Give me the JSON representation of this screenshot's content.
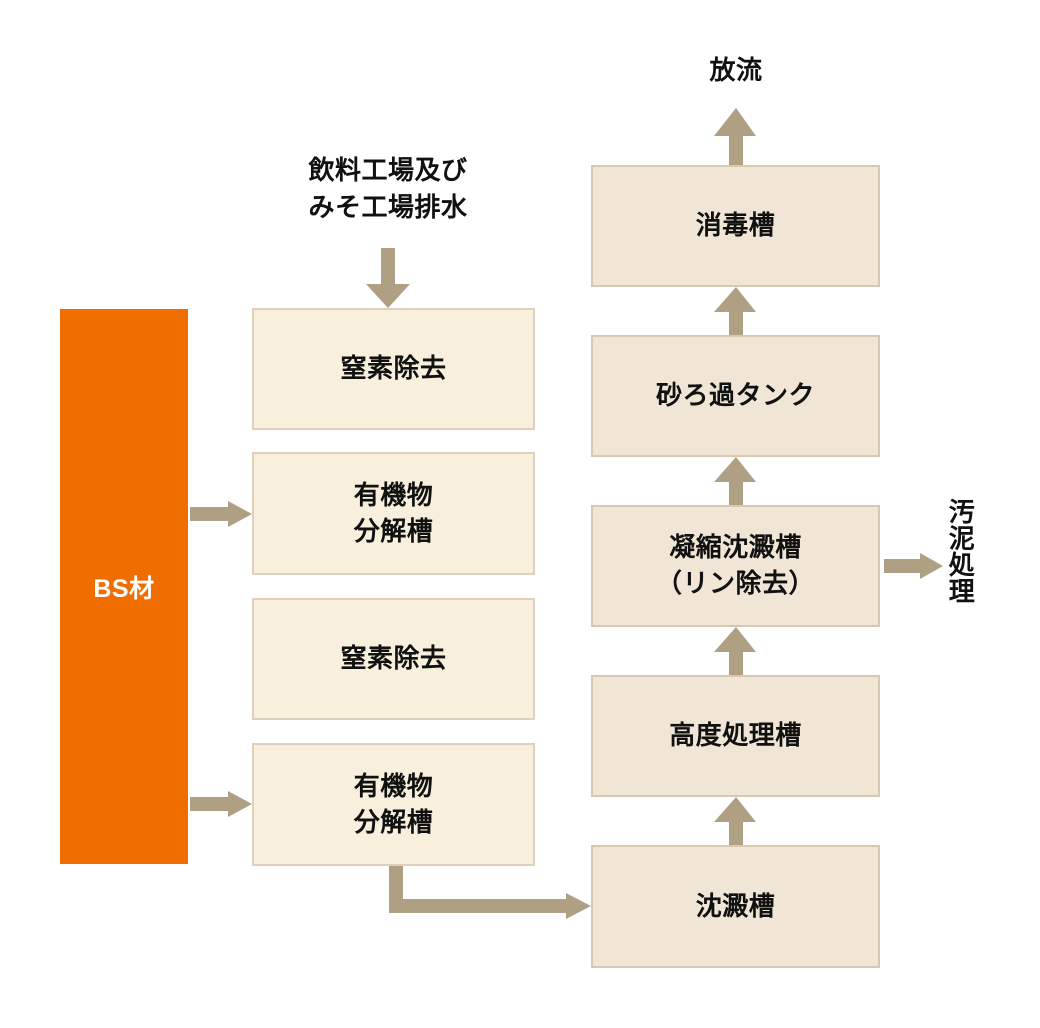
{
  "diagram": {
    "title_visible": false,
    "colors": {
      "source_bar": "#F06E00",
      "box_fill_left": "#F8F0DC",
      "box_border_left": "#DED0BA",
      "box_fill_right": "#F1E6D5",
      "box_border_right": "#D8C8B0",
      "arrow": "#B0A083",
      "text": "#111111",
      "source_text": "#FFFFFF",
      "background": "#FFFFFF"
    },
    "source_bar": {
      "label": "BS材"
    },
    "labels": {
      "inflow": "飲料工場及び\nみそ工場排水",
      "discharge": "放流",
      "sludge": "汚泥処理"
    },
    "left_column": [
      {
        "label": "窒素除去"
      },
      {
        "label": "有機物\n分解槽"
      },
      {
        "label": "窒素除去"
      },
      {
        "label": "有機物\n分解槽"
      }
    ],
    "right_column": [
      {
        "label": "消毒槽"
      },
      {
        "label": "砂ろ過タンク"
      },
      {
        "label": "凝縮沈澱槽\n（リン除去）"
      },
      {
        "label": "高度処理槽"
      },
      {
        "label": "沈澱槽"
      }
    ],
    "connections": [
      {
        "from": "飲料工場及びみそ工場排水",
        "to": "窒素除去",
        "direction": "down"
      },
      {
        "from": "BS材",
        "to": "有機物分解槽",
        "direction": "right"
      },
      {
        "from": "BS材",
        "to": "有機物分解槽",
        "direction": "right"
      },
      {
        "from": "有機物分解槽",
        "to": "沈澱槽",
        "direction": "down-right"
      },
      {
        "from": "沈澱槽",
        "to": "高度処理槽",
        "direction": "up"
      },
      {
        "from": "高度処理槽",
        "to": "凝縮沈澱槽（リン除去）",
        "direction": "up"
      },
      {
        "from": "凝縮沈澱槽（リン除去）",
        "to": "砂ろ過タンク",
        "direction": "up"
      },
      {
        "from": "砂ろ過タンク",
        "to": "消毒槽",
        "direction": "up"
      },
      {
        "from": "消毒槽",
        "to": "放流",
        "direction": "up"
      },
      {
        "from": "凝縮沈澱槽（リン除去）",
        "to": "汚泥処理",
        "direction": "right"
      }
    ]
  }
}
